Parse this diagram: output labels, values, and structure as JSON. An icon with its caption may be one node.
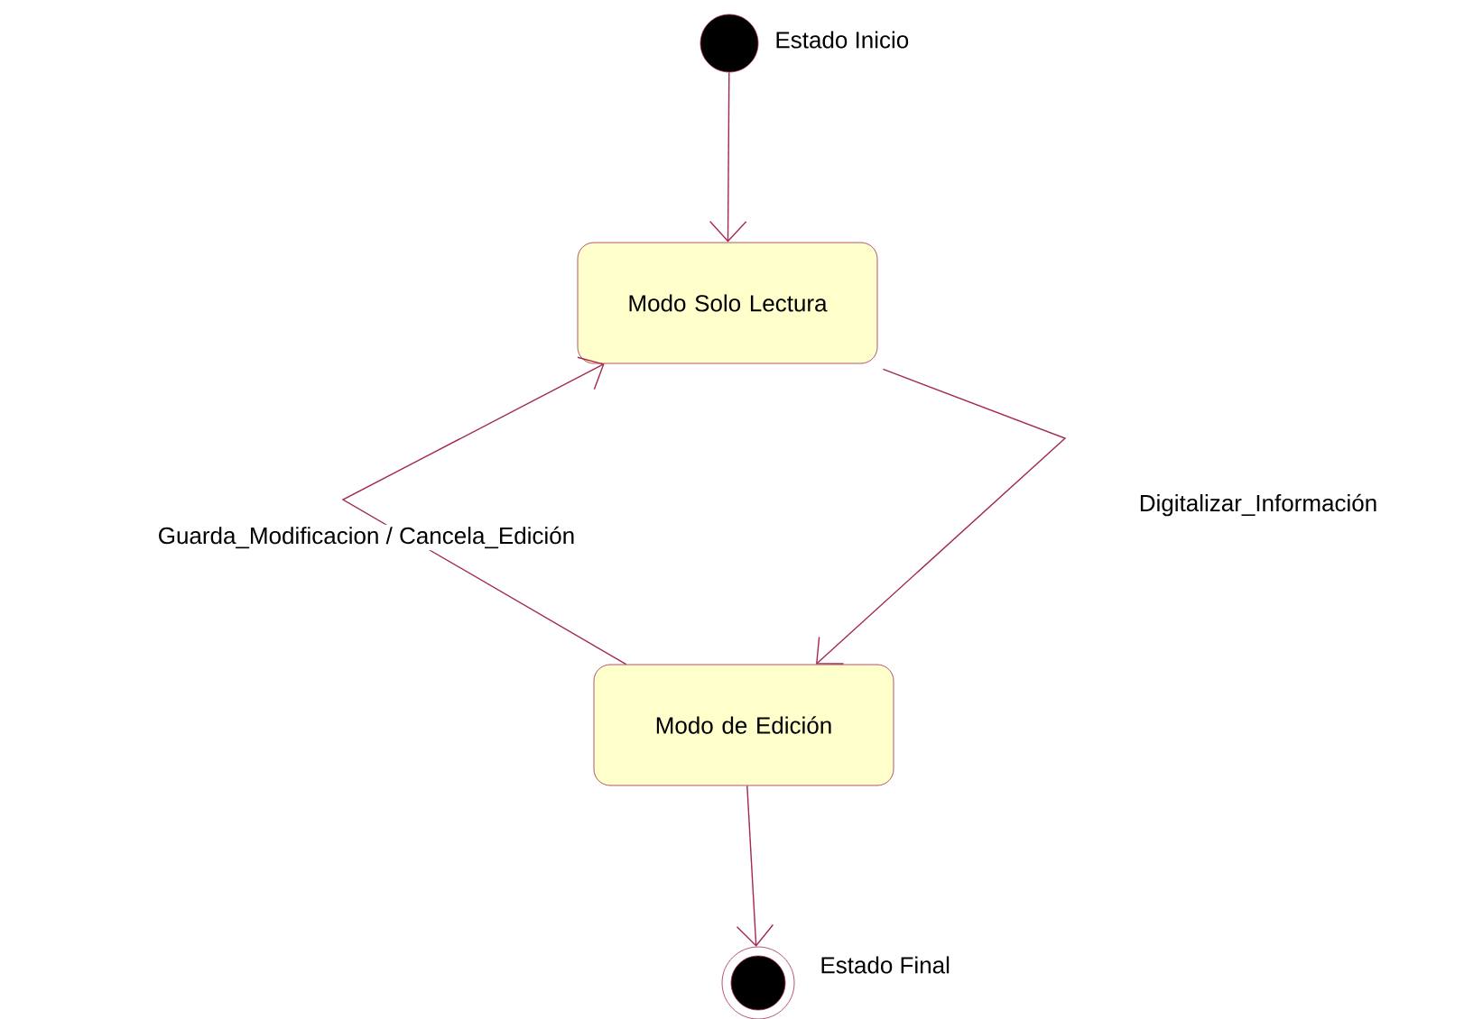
{
  "diagram": {
    "nodes": [
      {
        "text": [],
        "shape": "circle",
        "beside": [
          "Estado Inicio"
        ]
      },
      {
        "text": [
          "Modo Solo Lectura"
        ]
      },
      {
        "text": [
          "Modo de Edición"
        ]
      },
      {
        "text": [],
        "shape": "bullseye",
        "beside": [
          "Estado Final"
        ]
      }
    ],
    "edges": [
      {
        "from": 0,
        "to": 1,
        "arrow": "to"
      },
      {
        "from": 1,
        "to": 2,
        "arrow": "to",
        "label": "Digitalizar_Información"
      },
      {
        "from": 2,
        "to": 1,
        "arrow": "to",
        "label": "Guarda_Modificacion / Cancela_Edición"
      },
      {
        "from": 2,
        "to": 3,
        "arrow": "to"
      }
    ]
  }
}
